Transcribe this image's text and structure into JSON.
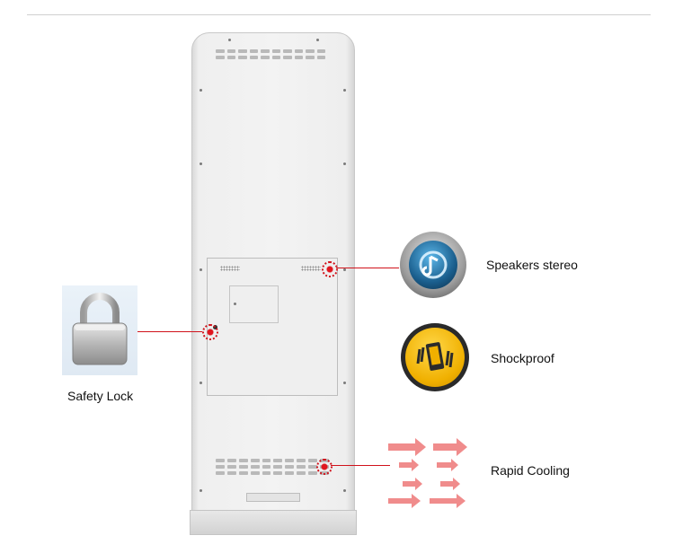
{
  "features": {
    "safety_lock": {
      "label": "Safety Lock",
      "icon": "padlock-icon"
    },
    "speakers": {
      "label": "Speakers stereo",
      "icon": "speaker-music-icon"
    },
    "shockproof": {
      "label": "Shockproof",
      "icon": "phone-vibrate-icon"
    },
    "cooling": {
      "label": "Rapid Cooling",
      "icon": "airflow-arrows-icon"
    }
  },
  "colors": {
    "callout": "#d0121b",
    "shockproof_icon": "#f0b000",
    "speaker_icon": "#1a5e8d",
    "cooling_arrows": "#f08c8c"
  }
}
